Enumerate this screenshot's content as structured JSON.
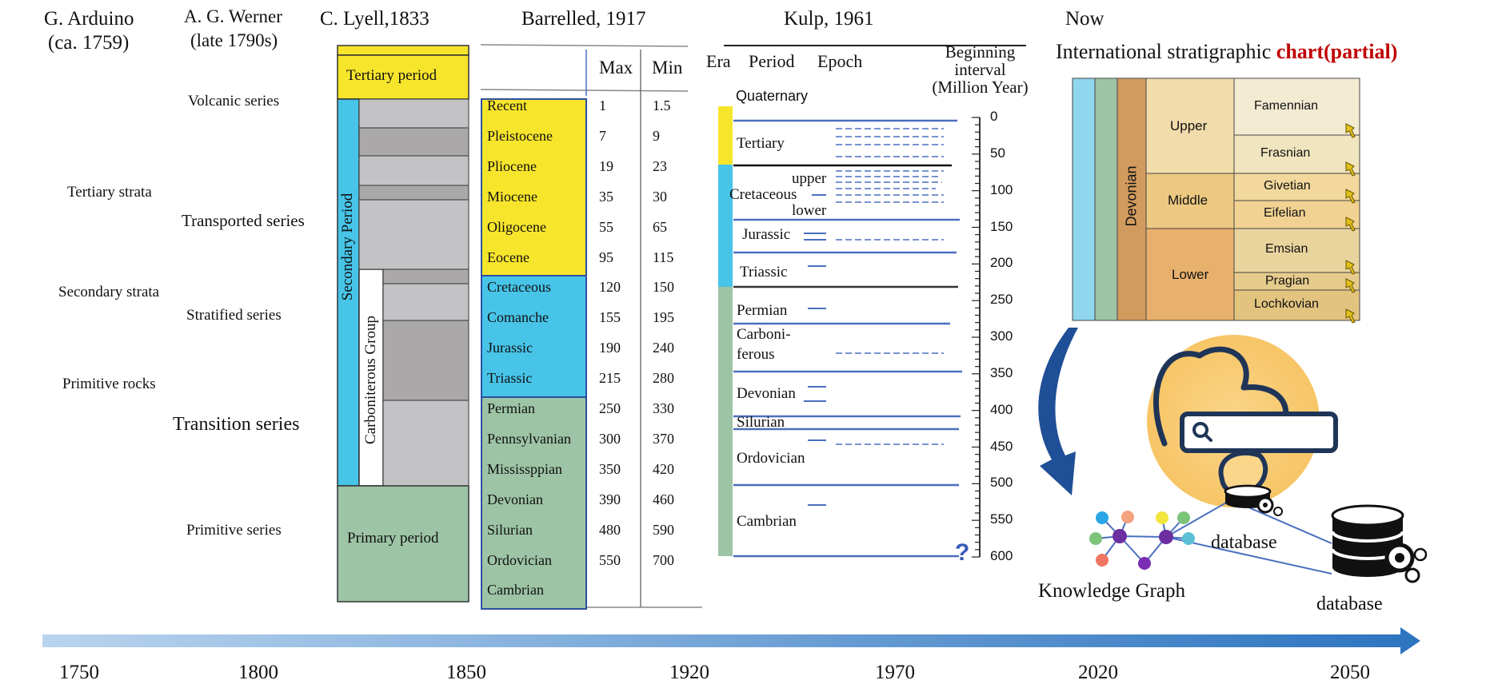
{
  "arduino": {
    "name": "G. Arduino",
    "date": "(ca. 1759)",
    "items": [
      "Tertiary strata",
      "Secondary strata",
      "Primitive rocks"
    ]
  },
  "werner": {
    "name": "A. G. Werner",
    "date": "(late 1790s)",
    "items": [
      "Volcanic series",
      "Transported series",
      "Stratified series",
      "Transition series",
      "Primitive series"
    ]
  },
  "lyell": {
    "title": "C. Lyell,1833",
    "tertiary": "Tertiary period",
    "secondary": "Secondary Period",
    "carboniferous": "Carboniterous Group",
    "primary": "Primary period"
  },
  "barrelled": {
    "title": "Barrelled, 1917",
    "max_header": "Max",
    "min_header": "Min",
    "rows": [
      {
        "name": "Recent",
        "max": "1",
        "min": "1.5"
      },
      {
        "name": "Pleistocene",
        "max": "7",
        "min": "9"
      },
      {
        "name": "Pliocene",
        "max": "19",
        "min": "23"
      },
      {
        "name": "Miocene",
        "max": "35",
        "min": "30"
      },
      {
        "name": "Oligocene",
        "max": "55",
        "min": "65"
      },
      {
        "name": "Eocene",
        "max": "95",
        "min": "115"
      },
      {
        "name": "Cretaceous",
        "max": "120",
        "min": "150"
      },
      {
        "name": "Comanche",
        "max": "155",
        "min": "195"
      },
      {
        "name": "Jurassic",
        "max": "190",
        "min": "240"
      },
      {
        "name": "Triassic",
        "max": "215",
        "min": "280"
      },
      {
        "name": "Permian",
        "max": "250",
        "min": "330"
      },
      {
        "name": "Pennsylvanian",
        "max": "300",
        "min": "370"
      },
      {
        "name": "Mississppian",
        "max": "350",
        "min": "420"
      },
      {
        "name": "Devonian",
        "max": "390",
        "min": "460"
      },
      {
        "name": "Silurian",
        "max": "480",
        "min": "590"
      },
      {
        "name": "Ordovician",
        "max": "550",
        "min": "700"
      },
      {
        "name": "Cambrian",
        "max": "",
        "min": ""
      }
    ]
  },
  "kulp": {
    "title": "Kulp, 1961",
    "era": "Era",
    "period": "Period",
    "epoch": "Epoch",
    "beginning": [
      "Beginning",
      "interval",
      "(Million Year)"
    ],
    "periods": {
      "quaternary": "Quaternary",
      "tertiary": "Tertiary",
      "upper": "upper",
      "cretaceous": "Cretaceous",
      "lower": "lower",
      "jurassic": "Jurassic",
      "triassic": "Triassic",
      "permian": "Permian",
      "carboni": "Carboni-",
      "ferous": "ferous",
      "devonian": "Devonian",
      "silurian": "Silurian",
      "ordovician": "Ordovician",
      "cambrian": "Cambrian"
    },
    "ticks": [
      "0",
      "50",
      "100",
      "150",
      "200",
      "250",
      "300",
      "350",
      "400",
      "450",
      "500",
      "550",
      "600"
    ],
    "question": "?"
  },
  "now": {
    "title": "Now",
    "subtitle_main": "International stratigraphic ",
    "subtitle_accent": "chart(partial)",
    "system": "Devonian",
    "series": [
      "Upper",
      "Middle",
      "Lower"
    ],
    "stages": [
      "Famennian",
      "Frasnian",
      "Givetian",
      "Eifelian",
      "Emsian",
      "Pragian",
      "Lochkovian"
    ]
  },
  "graph": {
    "kg_label": "Knowledge Graph",
    "db1_label": "database",
    "db2_label": "database"
  },
  "timeline": {
    "years": [
      "1750",
      "1800",
      "1850",
      "1920",
      "1970",
      "2020",
      "2050"
    ]
  },
  "colors": {
    "yellow": "#f7e52c",
    "blue": "#47c4e8",
    "green": "#9dc4a5",
    "gray": "#c3c2c4",
    "darkgray": "#aba8a9",
    "line_blue": "#4a6fc0",
    "accent_red": "#c00000",
    "arrow_blue": "#1f5fa8"
  }
}
